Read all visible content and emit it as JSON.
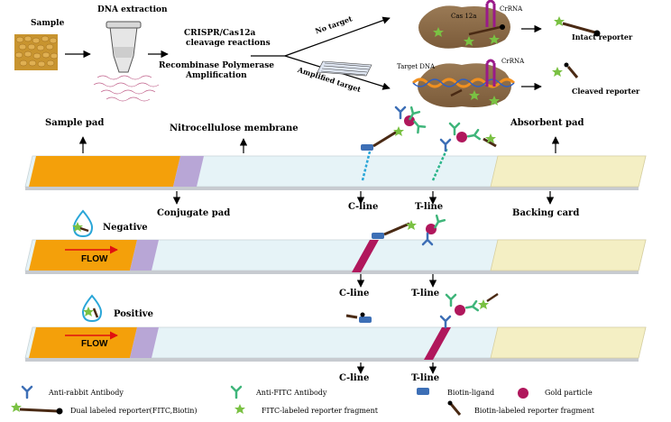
{
  "top": {
    "sample": "Sample",
    "dna_extraction": "DNA extraction",
    "crispr_line1": "CRISPR/Cas12a",
    "crispr_line2": "cleavage reactions",
    "rpa_line1": "Recombinase Polymerase",
    "rpa_line2": "Amplification",
    "no_target": "No target",
    "amplified_target": "Amplified target",
    "cas12a": "Cas 12a",
    "crrna_top": "CrRNA",
    "crrna_bottom": "CrRNA",
    "target_dna": "Target DNA",
    "intact_reporter": "Intact reporter",
    "cleaved_reporter": "Cleaved reporter"
  },
  "strip": {
    "sample_pad": "Sample pad",
    "nitrocellulose": "Nitrocellulose membrane",
    "absorbent_pad": "Absorbent pad",
    "conjugate_pad": "Conjugate pad",
    "backing_card": "Backing card",
    "c_line": "C-line",
    "t_line": "T-line"
  },
  "negative": {
    "label": "Negative",
    "flow": "FLOW",
    "c_line": "C-line",
    "t_line": "T-line"
  },
  "positive": {
    "label": "Positive",
    "flow": "FLOW",
    "c_line": "C-line",
    "t_line": "T-line"
  },
  "legend": {
    "anti_rabbit": "Anti-rabbit Antibody",
    "anti_fitc": "Anti-FITC Antibody",
    "biotin_ligand": "Biotin-ligand",
    "gold_particle": "Gold particle",
    "dual_reporter": "Dual labeled reporter(FITC,Biotin)",
    "fitc_fragment": "FITC-labeled reporter fragment",
    "biotin_fragment": "Biotin-labeled reporter fragment"
  },
  "colors": {
    "sample_pad": "#f4a00a",
    "conjugate_pad": "#b8a6d6",
    "membrane": "#e6f3f7",
    "absorbent_pad": "#f4efc4",
    "line_band": "#b0175c",
    "gold": "#b0175c",
    "anti_fitc": "#3fb57a",
    "anti_rabbit": "#3d6fb6",
    "reporter": "#4a2a14",
    "fitc_star": "#7ac143"
  }
}
